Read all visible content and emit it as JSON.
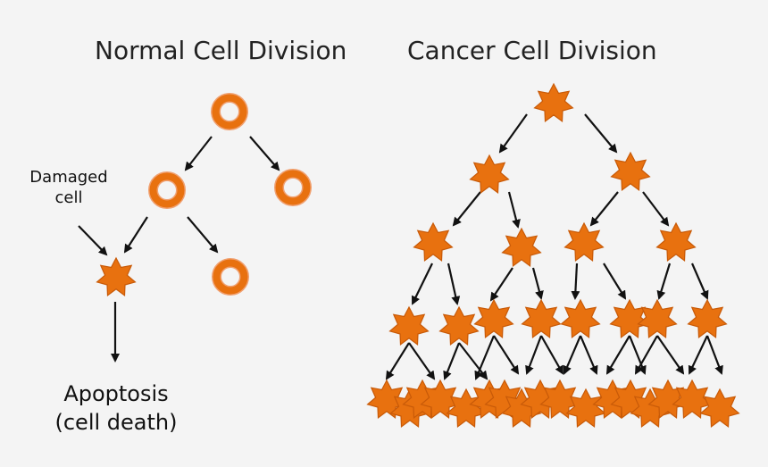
{
  "normal": {
    "title": "Normal Cell Division",
    "damaged_label_line1": "Damaged",
    "damaged_label_line2": "cell",
    "apoptosis_line1": "Apoptosis",
    "apoptosis_line2": "(cell death)"
  },
  "cancer": {
    "title": "Cancer Cell Division"
  },
  "colors": {
    "cell_fill": "#e8710f",
    "cell_outline": "#f0a070",
    "star_outline": "#c85a08",
    "arrow": "#111111",
    "background": "#f4f4f4"
  }
}
